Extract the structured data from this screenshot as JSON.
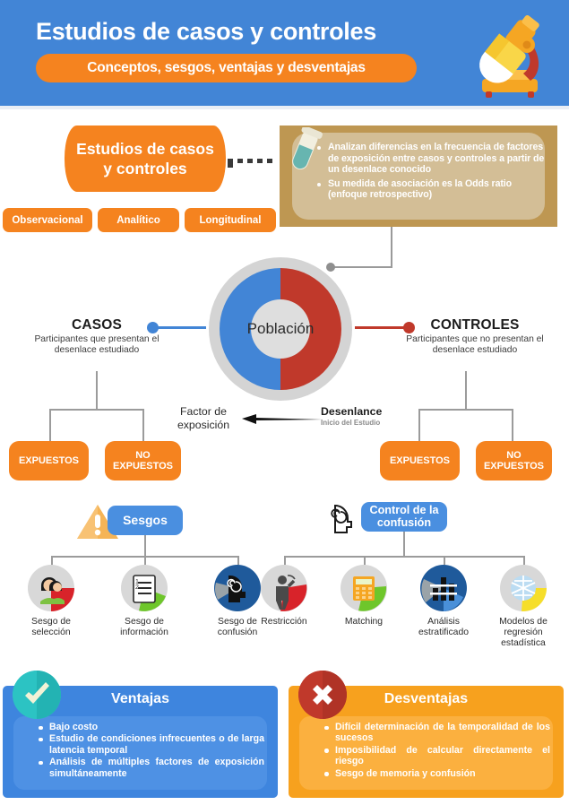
{
  "header": {
    "title": "Estudios de casos y controles",
    "subtitle": "Conceptos, sesgos, ventajas y desventajas",
    "icon": "microscope-icon",
    "bg_color": "#4285D6",
    "pill_color": "#F5831F"
  },
  "intro": {
    "study_label": "Estudios de casos\ny controles",
    "tags": [
      "Observacional",
      "Analítico",
      "Longitudinal"
    ],
    "callout_icon": "test-tube-icon",
    "callout_bullets": [
      "Analizan diferencias en la frecuencia de factores de exposición entre casos y controles a partir de un desenlace conocido",
      "Su medida de asociación es la Odds ratio (enfoque retrospectivo)"
    ]
  },
  "diagram": {
    "center_label": "Población",
    "left": {
      "title": "CASOS",
      "desc": "Participantes que presentan el desenlace estudiado",
      "color": "#4285D6",
      "branches": [
        "EXPUESTOS",
        "NO\nEXPUESTOS"
      ]
    },
    "right": {
      "title": "CONTROLES",
      "desc": "Participantes que no presentan el desenlace estudiado",
      "color": "#C0392B",
      "branches": [
        "EXPUESTOS",
        "NO\nEXPUESTOS"
      ]
    },
    "middle_label": "Factor de exposición",
    "arrow_icon": "left-arrow-icon",
    "outcome_label": "Desenlance",
    "outcome_sub": "Inicio del Estudio"
  },
  "chart_data": {
    "type": "pie",
    "title": "Población",
    "categories": [
      "CASOS",
      "CONTROLES"
    ],
    "values": [
      50,
      50
    ],
    "colors": [
      "#4285D6",
      "#C0392B"
    ],
    "ring_color": "#D4D4D4",
    "hole_label": "Población",
    "legend_position": "sides"
  },
  "biases": {
    "heading": "Sesgos",
    "heading_icon": "warning-triangle-icon",
    "items": [
      {
        "label": "Sesgo de selección",
        "icon": "two-people-icon",
        "arc_color": "#D8232A"
      },
      {
        "label": "Sesgo de información",
        "icon": "checklist-icon",
        "arc_color": "#6EC62B"
      },
      {
        "label": "Sesgo de confusión",
        "icon": "head-spiral-icon",
        "arc_color": "#1F5A9B"
      }
    ]
  },
  "confounding": {
    "heading": "Control de la confusión",
    "heading_icon": "head-spiral-icon",
    "items": [
      {
        "label": "Restricción",
        "icon": "person-stop-icon",
        "arc_color": "#D8232A"
      },
      {
        "label": "Matching",
        "icon": "calculator-icon",
        "arc_color": "#6EC62B"
      },
      {
        "label": "Análisis estratificado",
        "icon": "bar-chart-icon",
        "arc_color": "#1F5A9B"
      },
      {
        "label": "Modelos de regresión estadística",
        "icon": "network-icon",
        "arc_color": "#F6DE2A"
      }
    ]
  },
  "advantages": {
    "title": "Ventajas",
    "icon": "check-circle-icon",
    "color": "#3E85DE",
    "items": [
      "Bajo costo",
      "Estudio de condiciones infrecuentes o de larga latencia temporal",
      "Análisis de múltiples factores de exposición simultáneamente"
    ]
  },
  "disadvantages": {
    "title": "Desventajas",
    "icon": "x-circle-icon",
    "color": "#F7A11E",
    "items": [
      "Difícil determinación de la temporalidad de los sucesos",
      "Imposibilidad de calcular directamente el riesgo",
      "Sesgo de memoria y confusión"
    ]
  }
}
